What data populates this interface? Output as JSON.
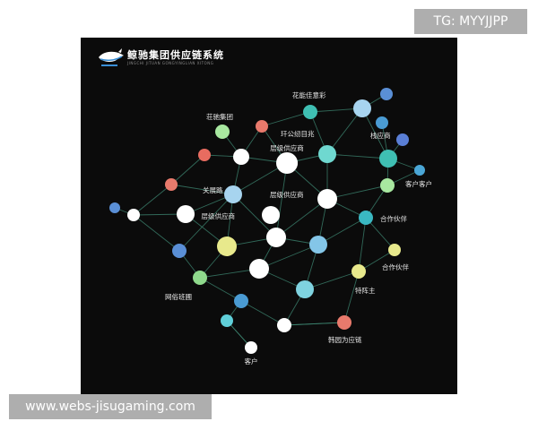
{
  "watermark_top": "TG: MYYJJPP",
  "watermark_bottom": "www.webs-jisugaming.com",
  "brand": {
    "title": "鲸驰集团供应链系统",
    "subtitle": "JINGCHI JITUAN GONGYINGLIAN XITONG"
  },
  "colors": {
    "background": "#0b0b0b",
    "edge": "#3f8a74",
    "label": "#e8e8e8"
  },
  "nodes": [
    {
      "id": "n1",
      "color": "#ffffff",
      "label": "客户"
    },
    {
      "id": "n2",
      "color": "#e8e98c",
      "label": ""
    },
    {
      "id": "n3",
      "color": "#84c6e8",
      "label": ""
    },
    {
      "id": "n4",
      "color": "#ffffff",
      "label": ""
    },
    {
      "id": "n5",
      "color": "#e8e98c",
      "label": "合作伙伴"
    },
    {
      "id": "n6",
      "color": "#e87a6c",
      "label": "韩园为应链"
    },
    {
      "id": "n7",
      "color": "#60cfd9",
      "label": ""
    },
    {
      "id": "n8",
      "color": "#ffffff",
      "label": ""
    },
    {
      "id": "n9",
      "color": "#ffffff",
      "label": ""
    },
    {
      "id": "n10",
      "color": "#3ab8c2",
      "label": "合作伙伴"
    },
    {
      "id": "n11",
      "color": "#ffffff",
      "label": "层级供应商"
    },
    {
      "id": "n12",
      "color": "#ffffff",
      "label": "层级供应商"
    },
    {
      "id": "n13",
      "color": "#7fd3e0",
      "label": ""
    },
    {
      "id": "n14",
      "color": "#e8e98c",
      "label": "特阵主"
    },
    {
      "id": "n15",
      "color": "#8fd98c",
      "label": "网俗班圃"
    },
    {
      "id": "n16",
      "color": "#4a9bd3",
      "label": ""
    },
    {
      "id": "n17",
      "color": "#ffffff",
      "label": ""
    },
    {
      "id": "n18",
      "color": "#8fd98c",
      "label": ""
    },
    {
      "id": "n19",
      "color": "#5a8fd6",
      "label": ""
    },
    {
      "id": "n20",
      "color": "#e86c60",
      "label": ""
    },
    {
      "id": "n21",
      "color": "#e8e98c",
      "label": ""
    },
    {
      "id": "n22",
      "color": "#e87a6c",
      "label": ""
    },
    {
      "id": "n23",
      "color": "#ffffff",
      "label": ""
    },
    {
      "id": "n24",
      "color": "#a7d4ef",
      "label": "关展路"
    },
    {
      "id": "n25",
      "color": "#5a8fd6",
      "label": ""
    },
    {
      "id": "n26",
      "color": "#ffffff",
      "label": ""
    },
    {
      "id": "n27",
      "color": "#a8e8a0",
      "label": "荘驰集团"
    },
    {
      "id": "n28",
      "color": "#e87a6c",
      "label": ""
    },
    {
      "id": "n29",
      "color": "#ffffff",
      "label": ""
    },
    {
      "id": "n30",
      "color": "#ffffff",
      "label": "层级供应商"
    },
    {
      "id": "n31",
      "color": "#3fbfb3",
      "label": "花能佳意彩"
    },
    {
      "id": "n32",
      "color": "#6fd8d0",
      "label": "玕公纫目兆"
    },
    {
      "id": "n33",
      "color": "#a7d4ef",
      "label": ""
    },
    {
      "id": "n34",
      "color": "#5a8fd6",
      "label": ""
    },
    {
      "id": "n35",
      "color": "#3fbfb3",
      "label": ""
    },
    {
      "id": "n36",
      "color": "#5a7fd6",
      "label": "栈应商"
    },
    {
      "id": "n37",
      "color": "#a8e8a0",
      "label": ""
    },
    {
      "id": "n38",
      "color": "#4aa6d6",
      "label": "客户客户"
    },
    {
      "id": "n39",
      "color": "#4a9bd3",
      "label": ""
    },
    {
      "id": "n40",
      "color": "#ffffff",
      "label": ""
    }
  ]
}
